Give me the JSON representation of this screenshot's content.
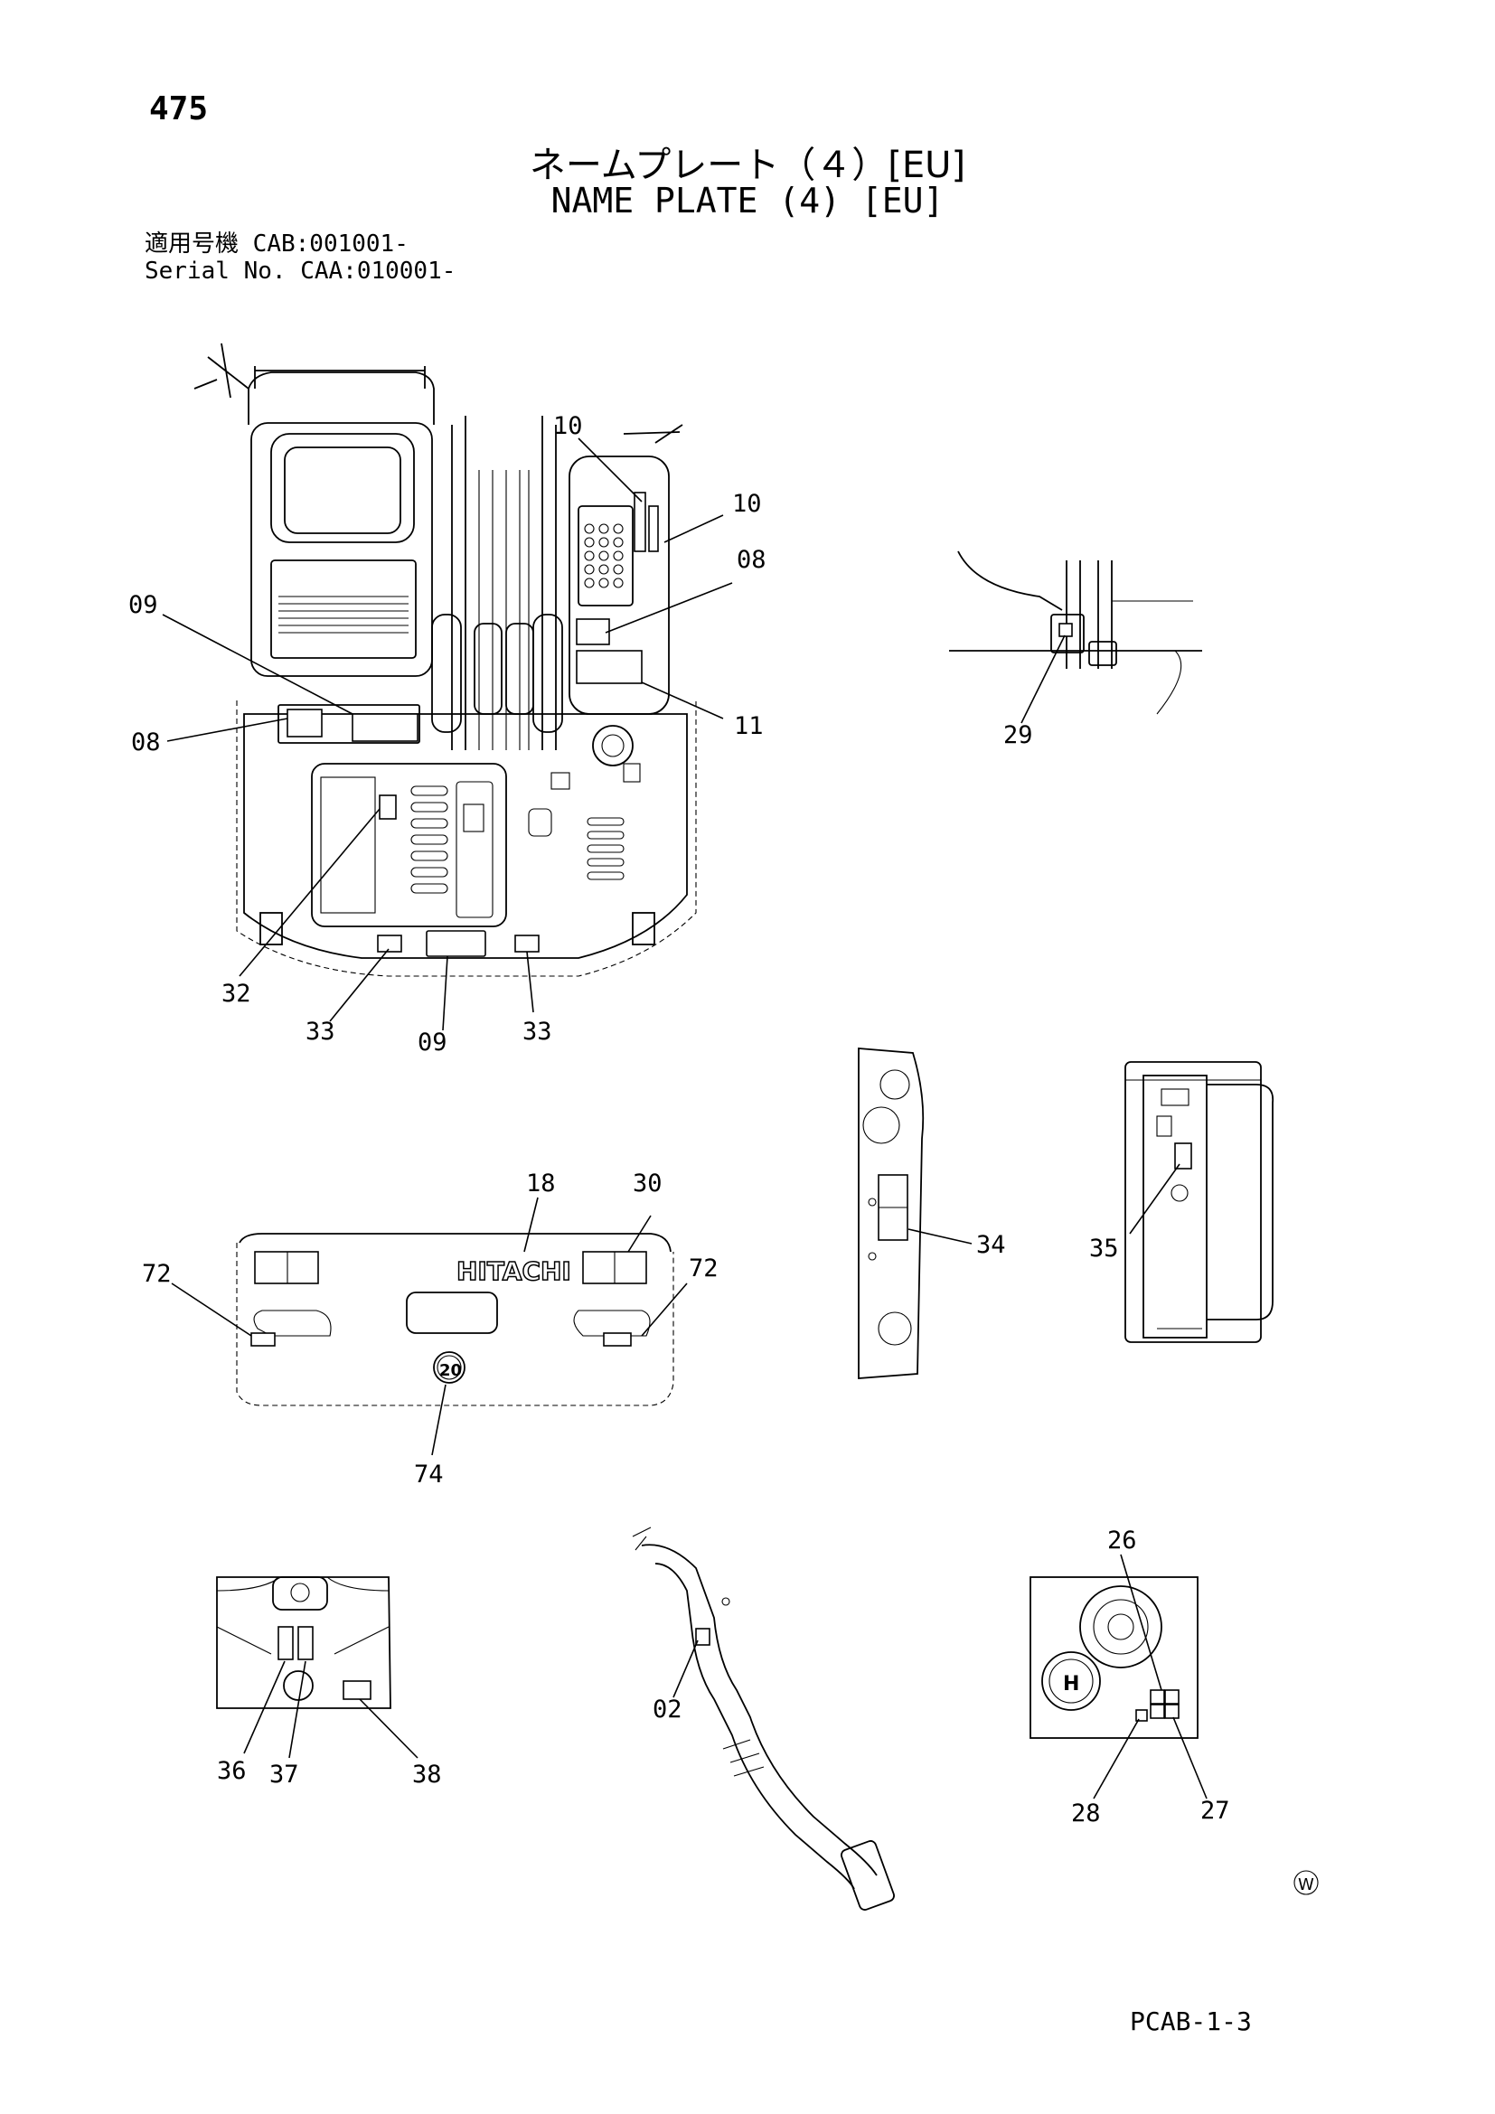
{
  "header": {
    "page_number": "475",
    "title_jp": "ネームプレート（４）[EU]",
    "title_en": "NAME PLATE (4) [EU]",
    "serial_rows": [
      {
        "label": "適用号機",
        "value": "CAB:001001-"
      },
      {
        "label": "Serial No.",
        "value": "CAA:010001-"
      }
    ]
  },
  "footer": {
    "page_code": "PCAB-1-3",
    "mark": "Ⓦ"
  },
  "diagram": {
    "brand_text": "HITACHI",
    "speed_badge": "20",
    "tank_mark": "H",
    "callouts": {
      "main_10a": "10",
      "main_10b": "10",
      "main_08a": "08",
      "main_09a": "09",
      "main_08b": "08",
      "main_11": "11",
      "main_32": "32",
      "main_33a": "33",
      "main_09b": "09",
      "main_33b": "33",
      "detail_29": "29",
      "rear_18": "18",
      "rear_30": "30",
      "rear_72a": "72",
      "rear_72b": "72",
      "rear_74": "74",
      "panel_34": "34",
      "side_35": "35",
      "tank_36": "36",
      "tank_37": "37",
      "tank_38": "38",
      "hose_02": "02",
      "top_26": "26",
      "top_27": "27",
      "top_28": "28"
    }
  }
}
